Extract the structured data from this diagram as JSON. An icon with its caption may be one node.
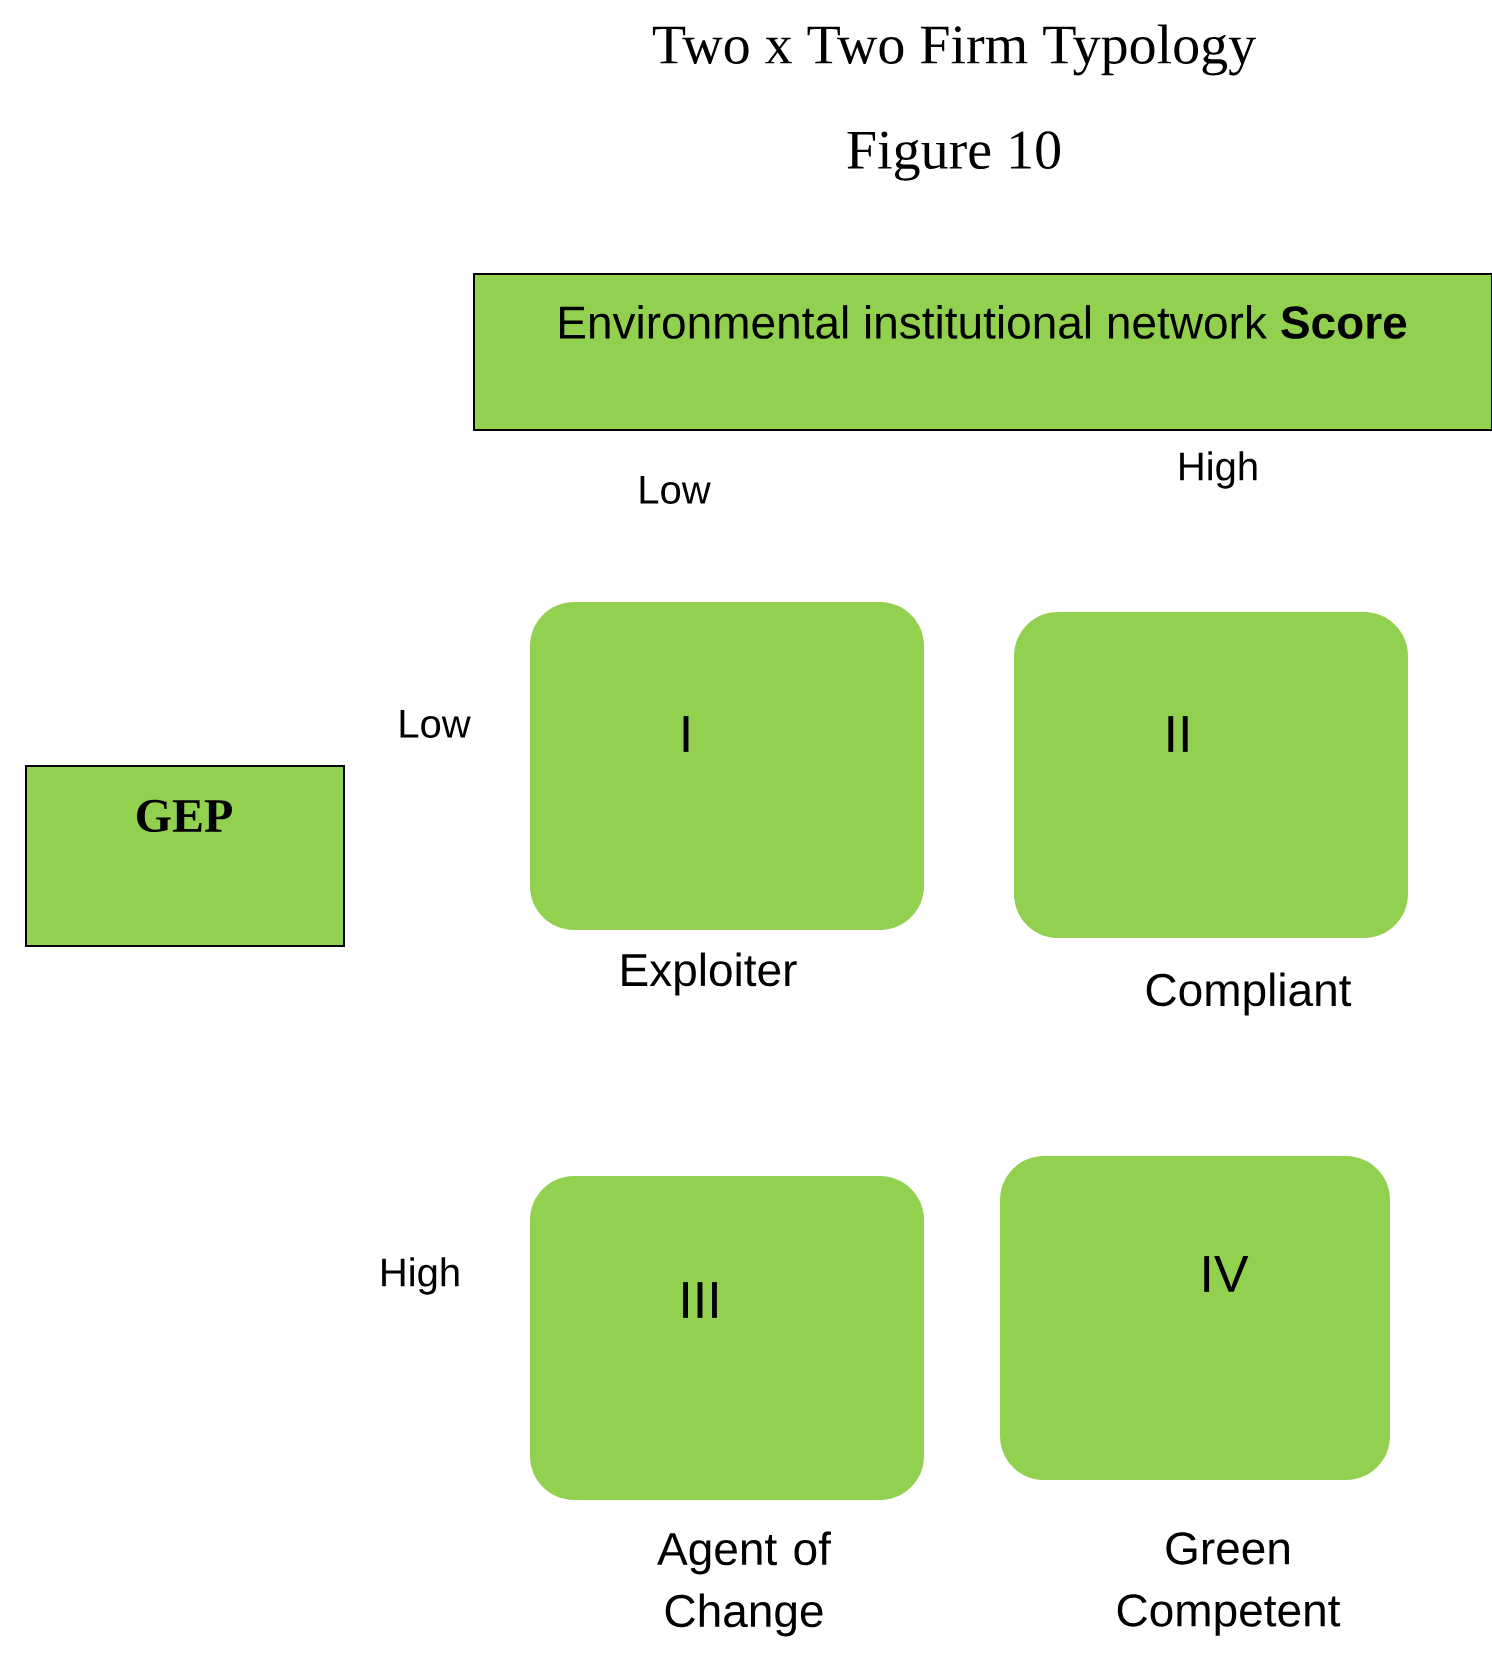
{
  "diagram": {
    "title": "Two x Two Firm Typology",
    "caption": "Figure 10",
    "nodes": [
      {
        "text": [
          "Environmental institutional network **Score**"
        ]
      },
      {
        "text": [
          "GEP"
        ]
      },
      {
        "text": [
          "I"
        ],
        "beside": [
          "Exploiter"
        ]
      },
      {
        "text": [
          "II"
        ],
        "beside": [
          "Compliant"
        ]
      },
      {
        "text": [
          "III"
        ],
        "beside": [
          "Agent of Change"
        ]
      },
      {
        "text": [
          "IV"
        ],
        "beside": [
          "Green Competent"
        ]
      }
    ],
    "labels": [
      "High",
      "Low",
      "Low",
      "High"
    ]
  }
}
